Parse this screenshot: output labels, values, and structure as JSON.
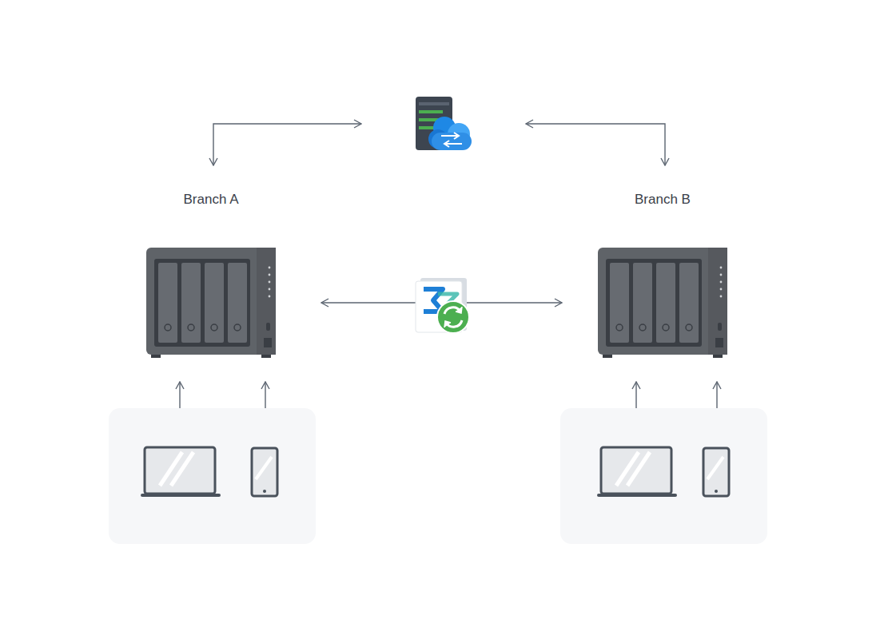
{
  "diagram": {
    "nodes": [
      {
        "text": [
          "Branch A"
        ]
      },
      {
        "text": [
          "Branch B"
        ]
      }
    ],
    "edges": [
      {
        "from": 0,
        "to": 1,
        "arrow": "both"
      }
    ]
  }
}
